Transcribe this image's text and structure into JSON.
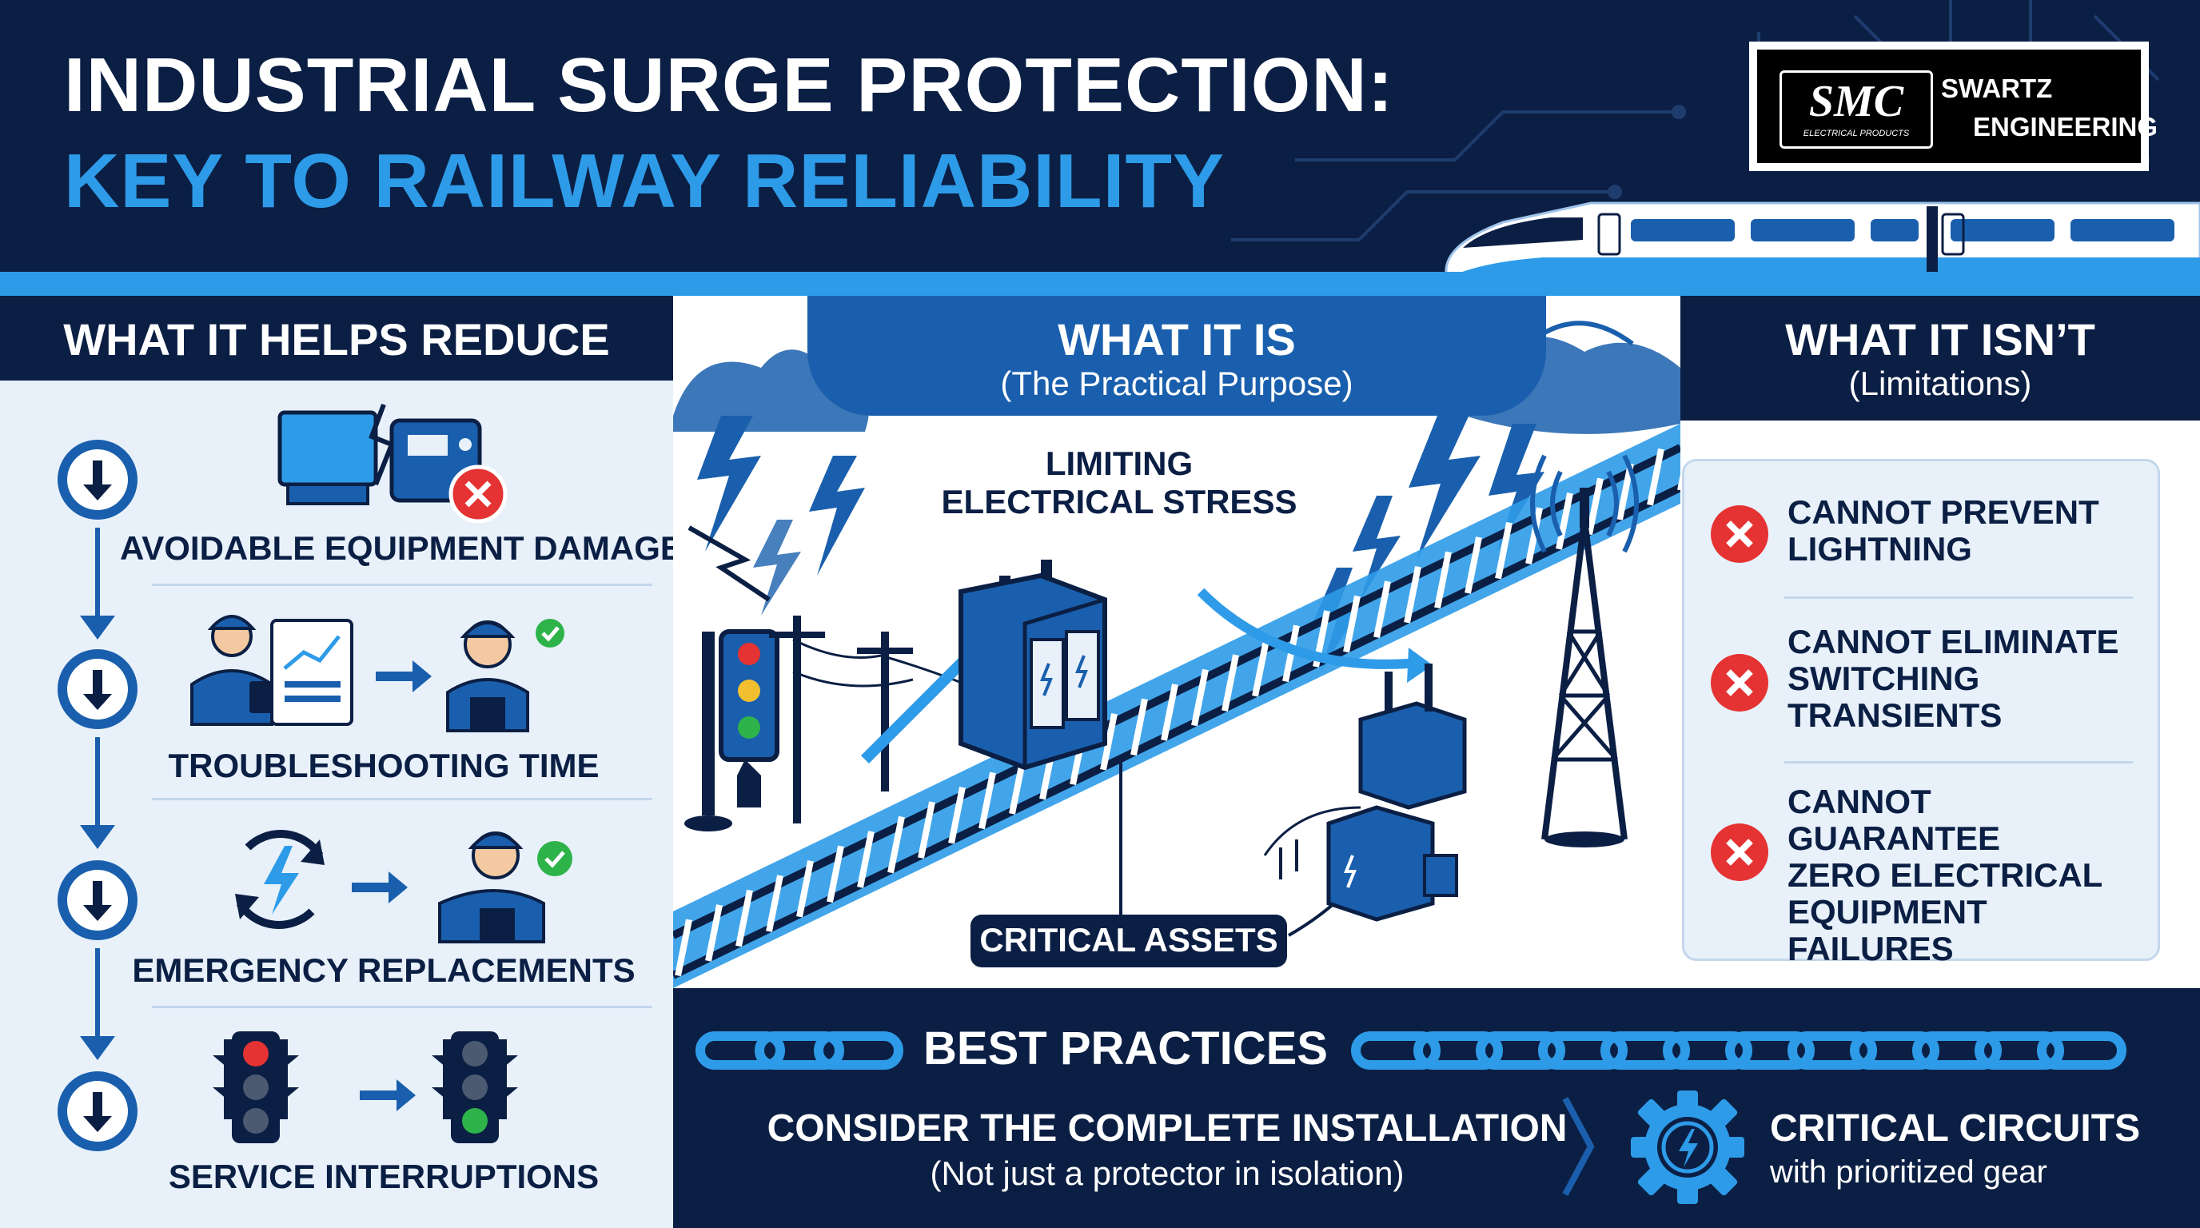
{
  "header": {
    "title_line1": "INDUSTRIAL SURGE PROTECTION:",
    "title_line2": "KEY TO RAILWAY RELIABILITY",
    "logo": {
      "mark": "SMC",
      "mark_sub": "ELECTRICAL PRODUCTS",
      "name_line1": "SWARTZ",
      "name_line2": "ENGINEERING"
    }
  },
  "left_panel": {
    "heading": "WHAT IT HELPS REDUCE",
    "items": [
      {
        "label": "AVOIDABLE EQUIPMENT DAMAGE",
        "icon": "broken-equipment-icon"
      },
      {
        "label": "TROUBLESHOOTING TIME",
        "icon": "technician-icon"
      },
      {
        "label": "EMERGENCY REPLACEMENTS",
        "icon": "refresh-lightning-icon"
      },
      {
        "label": "SERVICE INTERRUPTIONS",
        "icon": "traffic-signal-icon"
      }
    ]
  },
  "middle_panel": {
    "heading": "WHAT IT IS",
    "subheading": "(The Practical Purpose)",
    "center_label_line1": "LIMITING",
    "center_label_line2": "ELECTRICAL STRESS",
    "assets_label": "CRITICAL ASSETS"
  },
  "right_panel": {
    "heading": "WHAT IT ISN’T",
    "subheading": "(Limitations)",
    "items": [
      {
        "lines": [
          "CANNOT PREVENT",
          "LIGHTNING"
        ]
      },
      {
        "lines": [
          "CANNOT ELIMINATE",
          "SWITCHING",
          "TRANSIENTS"
        ]
      },
      {
        "lines": [
          "CANNOT GUARANTEE",
          "ZERO ELECTRICAL",
          "EQUIPMENT",
          "FAILURES"
        ]
      }
    ]
  },
  "best_practices": {
    "heading": "BEST PRACTICES",
    "item1_title": "CONSIDER THE COMPLETE INSTALLATION",
    "item1_sub": "(Not just a protector in isolation)",
    "item2_title": "CRITICAL CIRCUITS",
    "item2_sub": "with prioritized gear"
  },
  "colors": {
    "navy": "#0b1f44",
    "accent_blue": "#2e9be8",
    "mid_blue": "#1a5fad",
    "panel_light": "#e8f1fa",
    "error_red": "#e53232",
    "ok_green": "#2db34a"
  }
}
